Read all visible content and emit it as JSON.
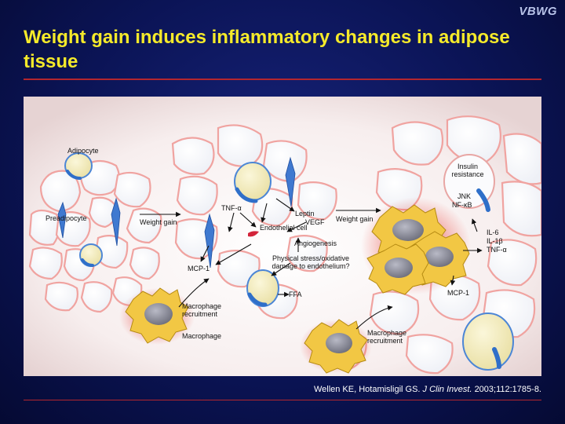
{
  "brand": "VBWG",
  "title": "Weight gain induces inflammatory changes in adipose tissue",
  "diagram": {
    "labels": {
      "adipocyte": "Adipocyte",
      "preadipocyte": "Preadipocyte",
      "weight_gain_1": "Weight gain",
      "weight_gain_2": "Weight gain",
      "tnf_alpha": "TNF-α",
      "leptin": "Leptin",
      "vegf": "VEGF",
      "endothelial_cell": "Endothelial cell",
      "angiogenesis": "Angiogenesis",
      "physical_stress": "Physical stress/oxidative damage to endothelium?",
      "mcp1_left": "MCP-1",
      "ffa": "FFA",
      "macrophage_recruitment_1": "Macrophage recruitment",
      "macrophage": "Macrophage",
      "macrophage_recruitment_2": "Macrophage recruitment",
      "insulin_resistance": "Insulin resistance",
      "jnk": "JNK",
      "nfkb": "NF-κB",
      "il6": "IL-6",
      "il1b": "IL-1β",
      "tnf_alpha_right": "TNF-α",
      "mcp1_right": "MCP-1"
    },
    "colors": {
      "adipocyte_fill": "#fcfcfa",
      "cell_membrane": "#f0a3a0",
      "nucleus": "#4c86d6",
      "macrophage": "#f2c744",
      "macrophage_nucleus": "#8b8c98",
      "inflammation": "#e8413a",
      "lipid_droplet": "#f7f1c0"
    }
  },
  "citation": {
    "authors": "Wellen KE, Hotamisligil GS.",
    "journal": "J Clin Invest.",
    "ref": "2003;112:1785-8."
  }
}
